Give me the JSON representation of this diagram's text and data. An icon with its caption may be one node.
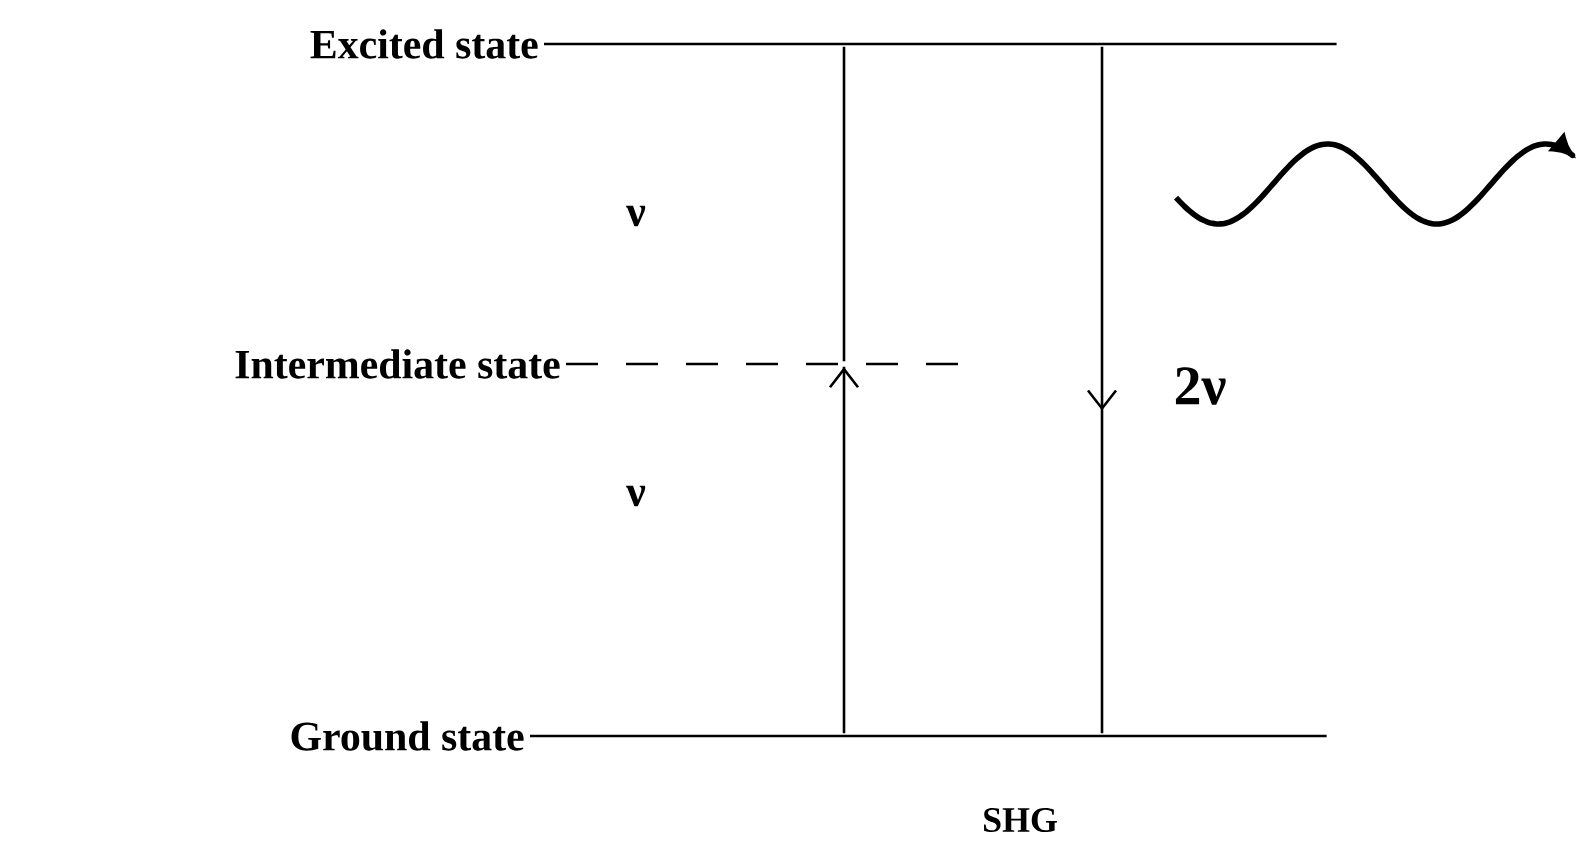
{
  "diagram": {
    "nodes": [
      {
        "text": [],
        "shape": "bar",
        "beside": [
          "Excited state"
        ]
      },
      {
        "text": [],
        "shape": "bar",
        "beside": [
          "Intermediate state"
        ]
      },
      {
        "text": [],
        "shape": "bar",
        "beside": [
          "Ground state"
        ]
      }
    ],
    "edges": [
      {
        "from": 2,
        "to": 1,
        "arrow": "to"
      },
      {
        "from": 1,
        "to": 0,
        "arrow": "none"
      },
      {
        "from": 0,
        "to": 2,
        "arrow": "to",
        "label": "2ν"
      }
    ],
    "labels": [
      "ν",
      "ν",
      "SHG"
    ]
  }
}
